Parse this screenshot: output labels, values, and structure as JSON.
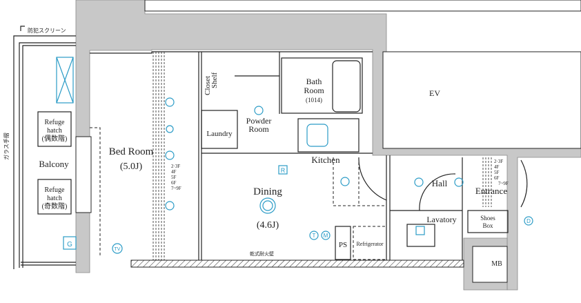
{
  "balcony": {
    "screen_label": "防犯スクリーン",
    "railing_label": "ガラス手摺",
    "name": "Balcony",
    "hatch_even": [
      "Refuge",
      "hatch",
      "(偶数階)"
    ],
    "hatch_odd": [
      "Refuge",
      "hatch",
      "(奇数階)"
    ]
  },
  "rooms": {
    "bedroom": {
      "name": "Bed Room",
      "size": "(5.0J)"
    },
    "closet": [
      "Closet",
      "Shelf"
    ],
    "laundry": "Laundry",
    "powder": [
      "Powder",
      "Room"
    ],
    "bath": [
      "Bath",
      "Room",
      "(1014)"
    ],
    "ev": "EV",
    "kitchen": "Kitchen",
    "dining": {
      "name": "Dining",
      "size": "(4.6J)"
    },
    "ps": "PS",
    "refrigerator": "Refrigerator",
    "fire_wall": "乾式耐火壁",
    "hall": "Hall",
    "entrance": "Entrance",
    "lavatory": "Lavatory",
    "shoes_box": [
      "Shoes",
      "Box"
    ],
    "mb": "MB"
  },
  "floor_labels": [
    "2·3F",
    "4F",
    "5F",
    "6F",
    "7~9F"
  ],
  "symbols": {
    "tv": "TV",
    "gas": "G",
    "range": "R",
    "t": "T",
    "m": "M",
    "door": "D"
  },
  "colors": {
    "wall": "#c8c8c8",
    "line": "#222222",
    "fixture": "#2a9bc6"
  }
}
